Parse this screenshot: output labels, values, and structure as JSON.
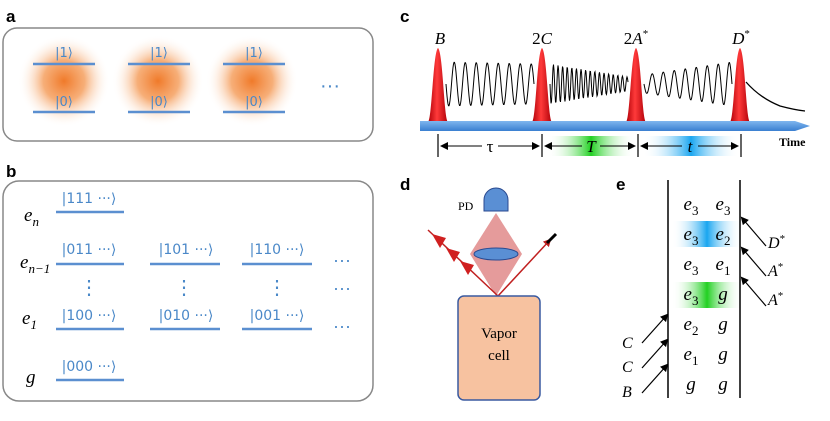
{
  "panel_a": {
    "label": "a",
    "atoms": [
      {
        "upper": "|1⟩",
        "lower": "|0⟩"
      },
      {
        "upper": "|1⟩",
        "lower": "|0⟩"
      },
      {
        "upper": "|1⟩",
        "lower": "|0⟩"
      }
    ],
    "ellipsis": "···"
  },
  "panel_b": {
    "label": "b",
    "levels": {
      "en": "e",
      "en_sub": "n",
      "enm1": "e",
      "enm1_sub": "n−1",
      "e1": "e",
      "e1_sub": "1",
      "g": "g"
    },
    "kets": {
      "k111": "|111 ···⟩",
      "k011": "|011 ···⟩",
      "k101": "|101 ···⟩",
      "k110": "|110 ···⟩",
      "k100": "|100 ···⟩",
      "k010": "|010 ···⟩",
      "k001": "|001 ···⟩",
      "k000": "|000 ···⟩"
    },
    "vdots": "⋮",
    "ellipsis": "···"
  },
  "panel_c": {
    "label": "c",
    "pulses": {
      "B": "B",
      "C_coef": "2",
      "C": "C",
      "A_coef": "2",
      "A": "A",
      "A_sup": "*",
      "D": "D",
      "D_sup": "*"
    },
    "intervals": {
      "tau": "τ",
      "T": "T",
      "t": "t"
    },
    "axis_label": "Time",
    "colors": {
      "pulse": "#e0141a",
      "axis": "#4a8fd6",
      "T_band": "#23d323",
      "t_band": "#22aaf0"
    }
  },
  "panel_d": {
    "label": "d",
    "detector": "PD",
    "cell_line1": "Vapor",
    "cell_line2": "cell",
    "colors": {
      "cell_fill": "#f7c2a0",
      "cell_stroke": "#3a5aa0",
      "beam": "#d94040",
      "lens": "#5a8fd4"
    }
  },
  "panel_e": {
    "label": "e",
    "rows": [
      {
        "a": "e",
        "a_sub": "3",
        "b": "e",
        "b_sub": "3"
      },
      {
        "a": "e",
        "a_sub": "3",
        "b": "e",
        "b_sub": "2"
      },
      {
        "a": "e",
        "a_sub": "3",
        "b": "e",
        "b_sub": "1"
      },
      {
        "a": "e",
        "a_sub": "3",
        "b": "g",
        "b_sub": ""
      },
      {
        "a": "e",
        "a_sub": "2",
        "b": "g",
        "b_sub": ""
      },
      {
        "a": "e",
        "a_sub": "1",
        "b": "g",
        "b_sub": ""
      },
      {
        "a": "g",
        "a_sub": "",
        "b": "g",
        "b_sub": ""
      }
    ],
    "left_arrows": [
      "C",
      "C",
      "B"
    ],
    "right_arrows": [
      {
        "name": "D",
        "sup": "*"
      },
      {
        "name": "A",
        "sup": "*"
      },
      {
        "name": "A",
        "sup": "*"
      }
    ]
  }
}
